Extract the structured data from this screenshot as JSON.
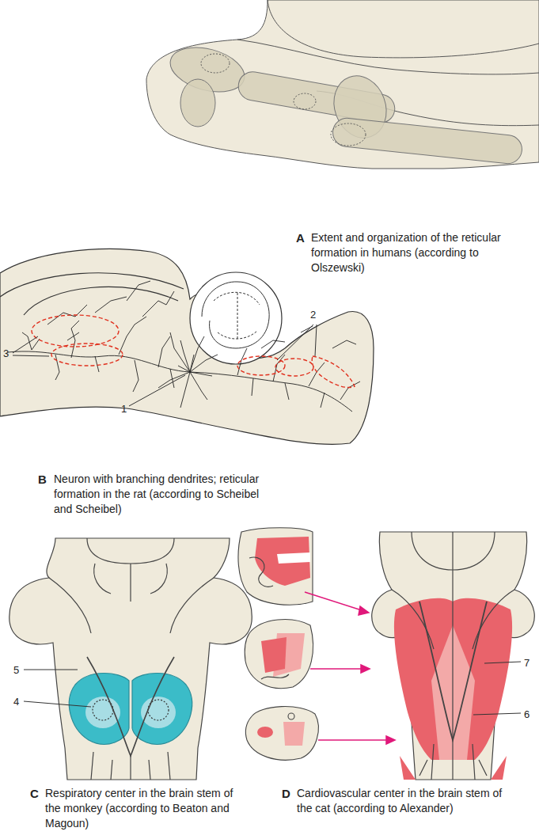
{
  "diagram": {
    "labels": [
      "A",
      "Extent and organization of the reticular formation in humans (according to Olszewski)",
      "B",
      "Neuron with branching dendrites; reticular formation in the rat (according to Scheibel and Scheibel)",
      "C",
      "Respiratory center in the brain stem of the monkey (according to Beaton and Magoun)",
      "D",
      "Cardiovascular center in the brain stem of the cat (according to Alexander)",
      "1",
      "2",
      "3",
      "4",
      "5",
      "6",
      "7"
    ]
  }
}
